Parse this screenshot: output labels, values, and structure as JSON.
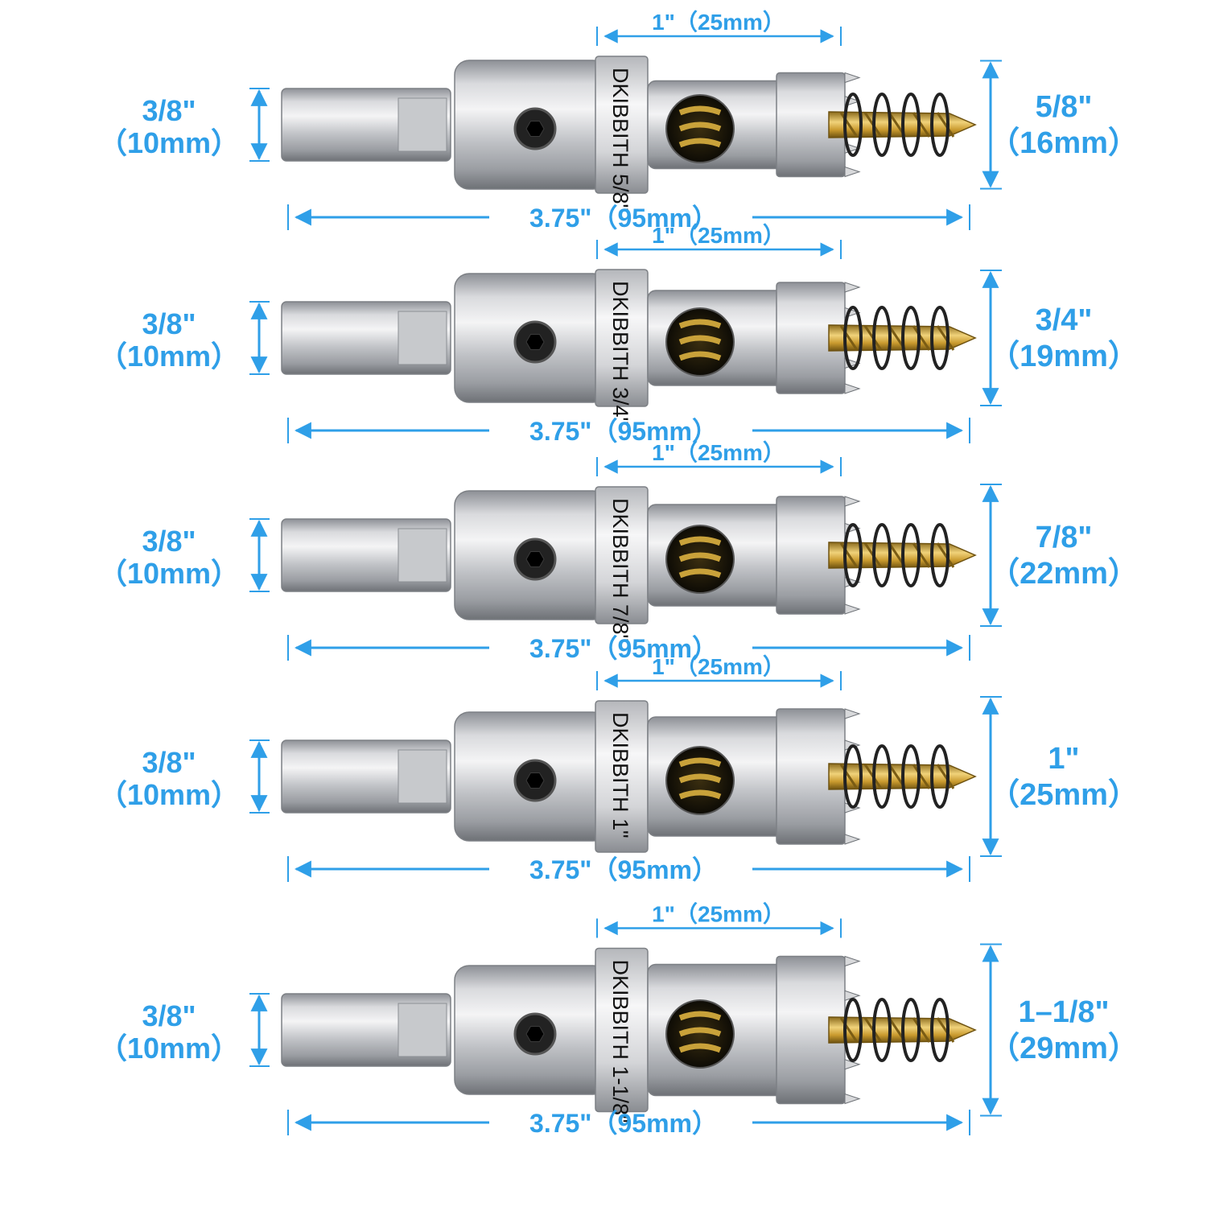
{
  "colors": {
    "dimension_blue": "#2f9fe8",
    "steel_light": "#e3e4e6",
    "steel_mid": "#a9acb1",
    "steel_dark": "#6f7378",
    "drill_gold": "#c9a23a",
    "spring_black": "#222222"
  },
  "icons": {
    "hex_screw": "hex-socket-screw",
    "drill": "twist-drill-bit",
    "spring": "coil-spring"
  },
  "cutters": [
    {
      "size_label": "DKIBBITH 5/8\"",
      "shank_dim": {
        "line1": "3/8\"",
        "line2": "（10mm）"
      },
      "cutter_dim": {
        "line1": "5/8\"",
        "line2": "（16mm）"
      },
      "depth_dim": "1\"（25mm）",
      "length_dim": "3.75\"（95mm）",
      "diameter_scale": 0.86
    },
    {
      "size_label": "DKIBBITH 3/4\"",
      "shank_dim": {
        "line1": "3/8\"",
        "line2": "（10mm）"
      },
      "cutter_dim": {
        "line1": "3/4\"",
        "line2": "（19mm）"
      },
      "depth_dim": "1\"（25mm）",
      "length_dim": "3.75\"（95mm）",
      "diameter_scale": 0.92
    },
    {
      "size_label": "DKIBBITH 7/8\"",
      "shank_dim": {
        "line1": "3/8\"",
        "line2": "（10mm）"
      },
      "cutter_dim": {
        "line1": "7/8\"",
        "line2": "（22mm）"
      },
      "depth_dim": "1\"（25mm）",
      "length_dim": "3.75\"（95mm）",
      "diameter_scale": 0.97
    },
    {
      "size_label": "DKIBBITH 1\"",
      "shank_dim": {
        "line1": "3/8\"",
        "line2": "（10mm）"
      },
      "cutter_dim": {
        "line1": "1\"",
        "line2": "（25mm）"
      },
      "depth_dim": "1\"（25mm）",
      "length_dim": "3.75\"（95mm）",
      "diameter_scale": 1.12
    },
    {
      "size_label": "DKIBBITH 1-1/8\"",
      "shank_dim": {
        "line1": "3/8\"",
        "line2": "（10mm）"
      },
      "cutter_dim": {
        "line1": "1–1/8\"",
        "line2": "（29mm）"
      },
      "depth_dim": "1\"（25mm）",
      "length_dim": "3.75\"（95mm）",
      "diameter_scale": 1.22
    }
  ]
}
